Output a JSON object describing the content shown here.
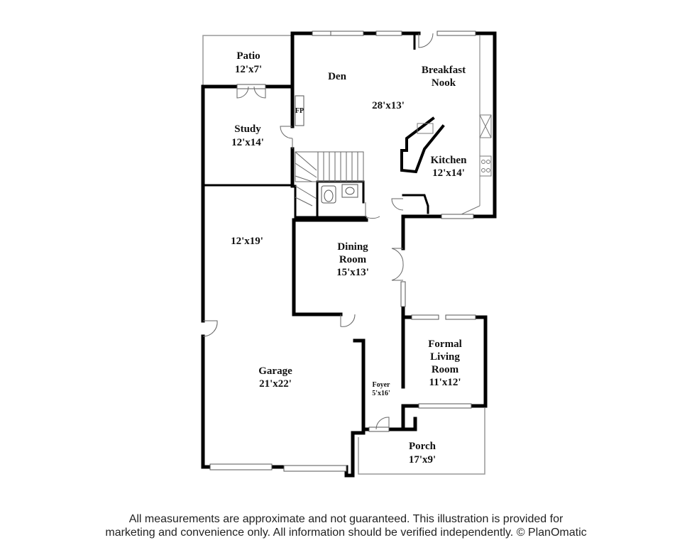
{
  "rooms": {
    "patio": {
      "name": "Patio",
      "size": "12'x7'"
    },
    "den": {
      "name": "Den"
    },
    "den_size": "28'x13'",
    "breakfast": {
      "line1": "Breakfast",
      "line2": "Nook"
    },
    "study": {
      "name": "Study",
      "size": "12'x14'"
    },
    "fireplace": "FP",
    "kitchen": {
      "name": "Kitchen",
      "size": "12'x14'"
    },
    "bonus": {
      "size": "12'x19'"
    },
    "dining": {
      "line1": "Dining",
      "line2": "Room",
      "size": "15'x13'"
    },
    "garage": {
      "name": "Garage",
      "size": "21'x22'"
    },
    "living": {
      "line1": "Formal",
      "line2": "Living",
      "line3": "Room",
      "size": "11'x12'"
    },
    "foyer": {
      "name": "Foyer",
      "size": "5'x16'"
    },
    "porch": {
      "name": "Porch",
      "size": "17'x9'"
    }
  },
  "disclaimer": {
    "line1": "All measurements are approximate and not guaranteed. This illustration is provided for",
    "line2": "marketing and convenience only. All information should be verified independently. © PlanOmatic"
  }
}
